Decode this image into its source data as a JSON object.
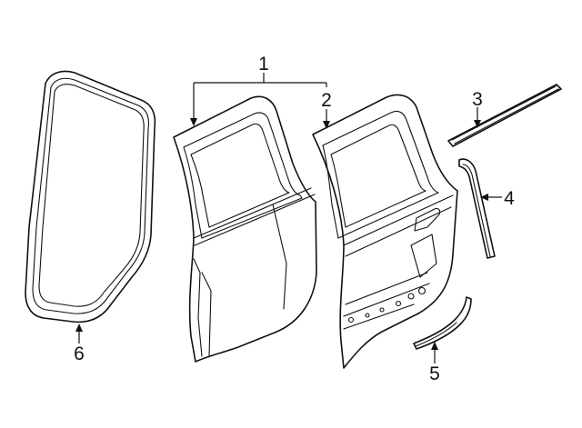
{
  "diagram": {
    "colors": {
      "stroke": "#111111",
      "background": "#ffffff"
    },
    "callouts": [
      {
        "id": "1",
        "label": "1"
      },
      {
        "id": "2",
        "label": "2"
      },
      {
        "id": "3",
        "label": "3"
      },
      {
        "id": "4",
        "label": "4"
      },
      {
        "id": "5",
        "label": "5"
      },
      {
        "id": "6",
        "label": "6"
      }
    ]
  }
}
